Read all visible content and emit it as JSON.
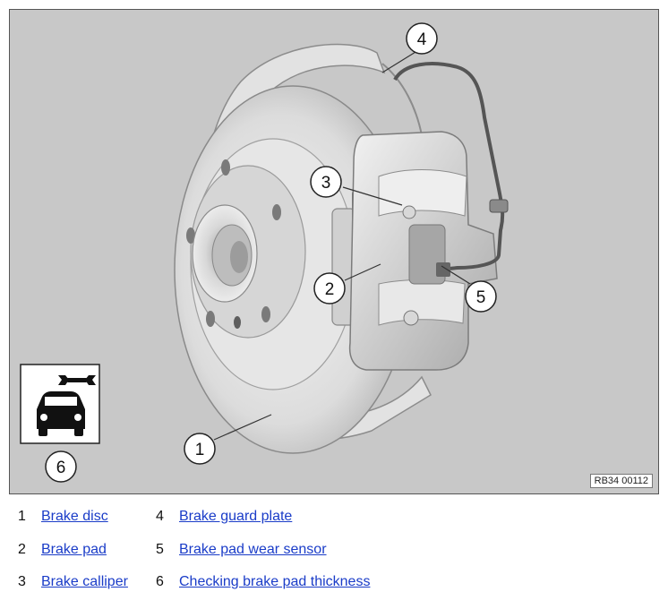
{
  "figure": {
    "reference_code": "RB34 00112",
    "callouts": [
      "1",
      "2",
      "3",
      "4",
      "5",
      "6"
    ],
    "icon_badge": {
      "icons": [
        "wrench-icon",
        "car-icon"
      ]
    }
  },
  "legend": {
    "items": [
      {
        "number": "1",
        "label": "Brake disc"
      },
      {
        "number": "2",
        "label": "Brake pad"
      },
      {
        "number": "3",
        "label": "Brake calliper"
      },
      {
        "number": "4",
        "label": "Brake guard plate"
      },
      {
        "number": "5",
        "label": "Brake pad wear sensor"
      },
      {
        "number": "6",
        "label": "Checking brake pad thickness"
      }
    ]
  },
  "colors": {
    "background": "#c8c8c8",
    "link": "#1a3cc8"
  }
}
